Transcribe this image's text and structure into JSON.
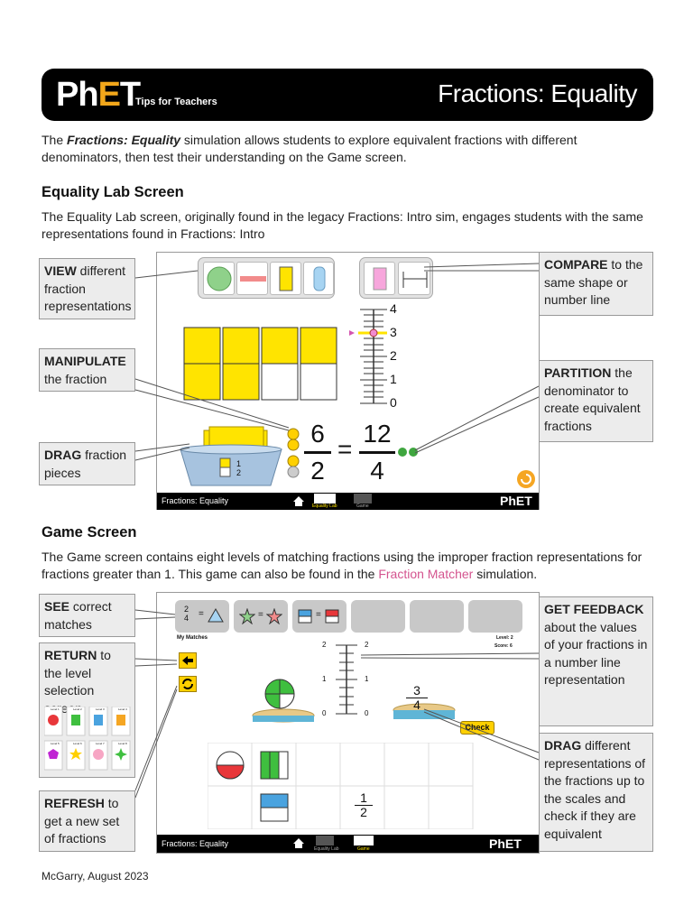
{
  "header": {
    "logo_ph": "Ph",
    "logo_e": "E",
    "logo_t": "T",
    "tagline": "Tips for Teachers",
    "title": "Fractions: Equality"
  },
  "intro": {
    "pre": "The ",
    "bold": "Fractions: Equality",
    "post": " simulation allows students to explore equivalent fractions with different denominators, then test their understanding on the Game screen."
  },
  "lab": {
    "heading": "Equality Lab Screen",
    "desc": "The Equality Lab screen, originally found in the legacy Fractions: Intro sim, engages students with the same representations found in Fractions: Intro",
    "callouts": {
      "view_b": "VIEW",
      "view_t": " different fraction representations",
      "manip_b": "MANIPULATE",
      "manip_t": " the fraction",
      "drag_b": "DRAG",
      "drag_t": " fraction pieces",
      "compare_b": "COMPARE",
      "compare_t": " to the same shape or number line",
      "part_b": "PARTITION",
      "part_t": " the denominator to create equivalent fractions"
    },
    "numberline": [
      "4",
      "3",
      "2",
      "1",
      "0"
    ],
    "fraction_left": {
      "num": "6",
      "den": "2"
    },
    "fraction_right": {
      "num": "12",
      "den": "4"
    },
    "equals": "=",
    "bucket_num": "1",
    "bucket_den": "2",
    "navbar": {
      "sim_name": "Fractions: Equality",
      "tab1": "Equality Lab",
      "tab2": "Game",
      "brand": "PhET"
    }
  },
  "game": {
    "heading": "Game Screen",
    "desc_pre": "The Game screen contains eight levels of matching fractions using the improper fraction representations for fractions greater than 1. This game can also be found in the ",
    "desc_link": "Fraction Matcher",
    "desc_post": " simulation.",
    "callouts": {
      "see_b": "SEE",
      "see_t": " correct matches",
      "return_b": "RETURN",
      "return_t": " to the level selection screen",
      "refresh_b": "REFRESH",
      "refresh_t": " to get a new set of fractions",
      "feedback_b": "GET FEEDBACK",
      "feedback_t": " about the values of your fractions in a number line representation",
      "drag_b": "DRAG",
      "drag_t": " different representations of the fractions up to the scales and check if they are equivalent"
    },
    "match1": {
      "num": "2",
      "den": "4",
      "eq": "="
    },
    "match_eq": "=",
    "my_matches": "My Matches",
    "level": "Level: 2",
    "score": "Score: 6",
    "levels": [
      "Level 1",
      "Level 2",
      "Level 3",
      "Level 4",
      "Level 5",
      "Level 6",
      "Level 7",
      "Level 8"
    ],
    "nl_left": [
      "2",
      "1",
      "0"
    ],
    "nl_right": [
      "2",
      "1",
      "0"
    ],
    "scale_frac": {
      "num": "3",
      "den": "4"
    },
    "check": "Check",
    "tray_frac": {
      "num": "1",
      "den": "2"
    },
    "navbar": {
      "sim_name": "Fractions: Equality",
      "tab1": "Equality Lab",
      "tab2": "Game",
      "brand": "PhET"
    }
  },
  "footer": "McGarry, August 2023",
  "colors": {
    "yellow": "#ffe400",
    "red": "#e8373a",
    "green": "#3fbf3f",
    "blue": "#4aa3df",
    "pink": "#f28bd0",
    "link": "#d4548f"
  }
}
